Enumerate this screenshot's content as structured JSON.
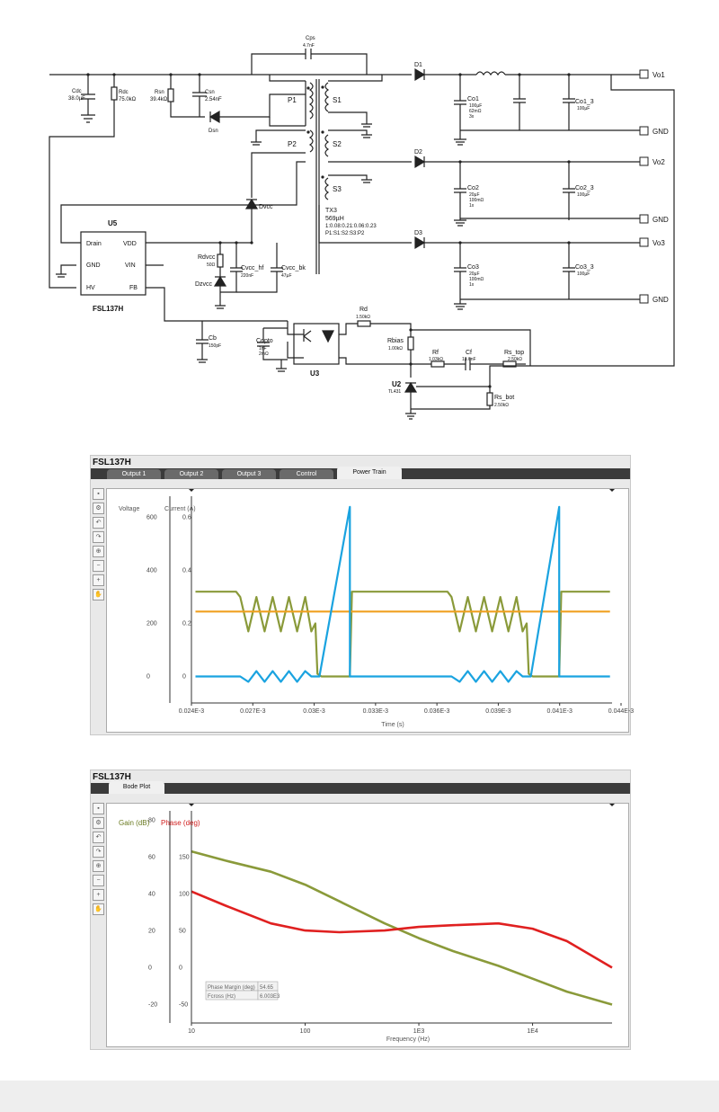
{
  "schematic": {
    "labels": {
      "cdc": "Cdc",
      "cdc_val": "38.0µF",
      "rdc": "Rdc",
      "rdc_val": "75.0kΩ",
      "rsn": "Rsn",
      "rsn_val": "39.4kΩ",
      "csn": "Csn",
      "csn_val": "2.54nF",
      "dsn": "Dsn",
      "cps": "Cps",
      "cps_val": "4.7nF",
      "p1": "P1",
      "p2": "P2",
      "s1": "S1",
      "s2": "S2",
      "s3": "S3",
      "tx3": "TX3",
      "tx3_l": "569µH",
      "tx3_r1": "1:0.08:0.21:0.06:0.23",
      "tx3_r2": "P1:S1:S2:S3:P2",
      "dvcc": "Dvcc",
      "u5": "U5",
      "drain": "Drain",
      "vdd": "VDD",
      "gnd_pin": "GND",
      "vin": "VIN",
      "hv": "HV",
      "fb": "FB",
      "ic_name": "FSL137H",
      "rdvcc": "Rdvcc",
      "rdvcc_val": "50Ω",
      "dzvcc": "Dzvcc",
      "cvcc_hf": "Cvcc_hf",
      "cvcc_hf_val": "220nF",
      "cvcc_bk": "Cvcc_bk",
      "cvcc_bk_val": "47µF",
      "cb": "Cb",
      "cb_val": "150pF",
      "copto": "Copto",
      "copto_v1": "1nF",
      "copto_v2": "2mΩ",
      "u3": "U3",
      "rd": "Rd",
      "rd_val": "1.50kΩ",
      "rbias": "Rbias",
      "rbias_val": "1.00kΩ",
      "rf": "Rf",
      "rf_val": "1.03kΩ",
      "cf": "Cf",
      "cf_val": "13.6nF",
      "rs_top": "Rs_top",
      "rs_top_val": "2.50kΩ",
      "rs_bot": "Rs_bot",
      "rs_bot_val": "2.50kΩ",
      "u2": "U2",
      "tl431": "TL431",
      "d1": "D1",
      "d2": "D2",
      "d3": "D3",
      "co1": "Co1",
      "co1_v1": "100µF",
      "co1_v2": "62mΩ",
      "co1_v3": "3x",
      "co1_3": "Co1_3",
      "co1_3_val": "100µF",
      "co2": "Co2",
      "co2_v1": "20µF",
      "co2_v2": "100mΩ",
      "co2_v3": "1x",
      "co2_3": "Co2_3",
      "co2_3_val": "100µF",
      "co3": "Co3",
      "co3_v1": "20µF",
      "co3_v2": "100mΩ",
      "co3_v3": "1x",
      "co3_3": "Co3_3",
      "co3_3_val": "100µF",
      "vo1": "Vo1",
      "vo2": "Vo2",
      "vo3": "Vo3",
      "gnd": "GND"
    }
  },
  "panel1": {
    "title": "FSL137H",
    "tabs": [
      "Output 1",
      "Output 2",
      "Output 3",
      "Control",
      "Power Train"
    ],
    "active_tab": "Power Train",
    "axis_voltage": "Voltage",
    "axis_current": "Current (A)",
    "xlabel": "Time (s)"
  },
  "panel2": {
    "title": "FSL137H",
    "tabs": [
      "Bode Plot"
    ],
    "active_tab": "Bode Plot",
    "axis_gain": "Gain (dB)",
    "axis_phase": "Phase (deg)",
    "xlabel": "Frequency (Hz)",
    "pm_label": "Phase Margin (deg)",
    "pm_value": "54.65",
    "fc_label": "Fcross (Hz)",
    "fc_value": "6.003E3"
  },
  "chart_data": [
    {
      "type": "line",
      "xlabel": "Time (s)",
      "ylabel_left": "Voltage",
      "ylabel_right": "Current (A)",
      "x_ticks": [
        "0.024E-3",
        "0.027E-3",
        "0.03E-3",
        "0.033E-3",
        "0.036E-3",
        "0.039E-3",
        "0.041E-3",
        "0.044E-3"
      ],
      "voltage_ticks": [
        0,
        200,
        400,
        600
      ],
      "current_ticks": [
        0,
        0.2,
        0.4,
        0.6
      ],
      "xlim": [
        2.38e-05,
        4.45e-05
      ],
      "ylim_voltage": [
        -100,
        680
      ],
      "series": [
        {
          "color": "#8a9a3a",
          "axis": "voltage",
          "points": [
            [
              2.4e-05,
              320
            ],
            [
              2.6e-05,
              320
            ],
            [
              2.62e-05,
              300
            ],
            [
              2.66e-05,
              170
            ],
            [
              2.7e-05,
              300
            ],
            [
              2.74e-05,
              170
            ],
            [
              2.78e-05,
              300
            ],
            [
              2.82e-05,
              170
            ],
            [
              2.86e-05,
              300
            ],
            [
              2.9e-05,
              170
            ],
            [
              2.94e-05,
              300
            ],
            [
              2.97e-05,
              170
            ],
            [
              2.99e-05,
              200
            ],
            [
              3e-05,
              10
            ],
            [
              3.02e-05,
              0
            ],
            [
              3.16e-05,
              0
            ],
            [
              3.17e-05,
              320
            ],
            [
              3.64e-05,
              320
            ],
            [
              3.66e-05,
              300
            ],
            [
              3.7e-05,
              170
            ],
            [
              3.74e-05,
              300
            ],
            [
              3.78e-05,
              170
            ],
            [
              3.82e-05,
              300
            ],
            [
              3.86e-05,
              170
            ],
            [
              3.9e-05,
              300
            ],
            [
              3.94e-05,
              170
            ],
            [
              3.98e-05,
              300
            ],
            [
              4.01e-05,
              170
            ],
            [
              4.03e-05,
              200
            ],
            [
              4.04e-05,
              10
            ],
            [
              4.06e-05,
              0
            ],
            [
              4.19e-05,
              0
            ],
            [
              4.2e-05,
              320
            ],
            [
              4.44e-05,
              320
            ]
          ]
        },
        {
          "color": "#f0a020",
          "axis": "voltage",
          "points": [
            [
              2.4e-05,
              245
            ],
            [
              4.44e-05,
              245
            ]
          ]
        },
        {
          "color": "#1aa3e0",
          "axis": "current",
          "points": [
            [
              2.4e-05,
              0
            ],
            [
              2.62e-05,
              0
            ],
            [
              2.66e-05,
              -0.02
            ],
            [
              2.7e-05,
              0.02
            ],
            [
              2.74e-05,
              -0.02
            ],
            [
              2.78e-05,
              0.02
            ],
            [
              2.82e-05,
              -0.02
            ],
            [
              2.86e-05,
              0.02
            ],
            [
              2.9e-05,
              -0.02
            ],
            [
              2.94e-05,
              0.02
            ],
            [
              2.97e-05,
              0
            ],
            [
              3.01e-05,
              0
            ],
            [
              3.16e-05,
              0.64
            ],
            [
              3.16e-05,
              0
            ],
            [
              3.66e-05,
              0
            ],
            [
              3.7e-05,
              -0.02
            ],
            [
              3.74e-05,
              0.02
            ],
            [
              3.78e-05,
              -0.02
            ],
            [
              3.82e-05,
              0.02
            ],
            [
              3.86e-05,
              -0.02
            ],
            [
              3.9e-05,
              0.02
            ],
            [
              3.94e-05,
              -0.02
            ],
            [
              3.98e-05,
              0.02
            ],
            [
              4.01e-05,
              0
            ],
            [
              4.05e-05,
              0
            ],
            [
              4.19e-05,
              0.64
            ],
            [
              4.19e-05,
              0
            ],
            [
              4.44e-05,
              0
            ]
          ]
        }
      ]
    },
    {
      "type": "line",
      "xlabel": "Frequency (Hz)",
      "ylabel_left": "Gain (dB)",
      "ylabel_right": "Phase (deg)",
      "log_x": true,
      "x_ticks": [
        "10",
        "100",
        "1E3",
        "1E4"
      ],
      "gain_ticks": [
        -20,
        0,
        20,
        40,
        60,
        80
      ],
      "phase_ticks": [
        -50,
        0,
        50,
        100,
        150
      ],
      "xlim": [
        10,
        50000
      ],
      "ylim_gain": [
        -30,
        85
      ],
      "series": [
        {
          "name": "Gain (dB)",
          "color": "#8a9a3a",
          "points": [
            [
              10,
              63
            ],
            [
              20,
              58
            ],
            [
              50,
              52
            ],
            [
              100,
              45
            ],
            [
              200,
              36
            ],
            [
              500,
              24
            ],
            [
              1000,
              16
            ],
            [
              2000,
              9
            ],
            [
              5000,
              1
            ],
            [
              10000,
              -6
            ],
            [
              20000,
              -13
            ],
            [
              50000,
              -20
            ]
          ]
        },
        {
          "name": "Phase (deg)",
          "color": "#e02020",
          "points": [
            [
              10,
              43
            ],
            [
              20,
              35
            ],
            [
              50,
              25
            ],
            [
              100,
              21
            ],
            [
              200,
              20
            ],
            [
              500,
              21
            ],
            [
              1000,
              23
            ],
            [
              2000,
              24
            ],
            [
              5000,
              25
            ],
            [
              10000,
              22
            ],
            [
              20000,
              15
            ],
            [
              50000,
              0
            ]
          ]
        }
      ]
    }
  ]
}
